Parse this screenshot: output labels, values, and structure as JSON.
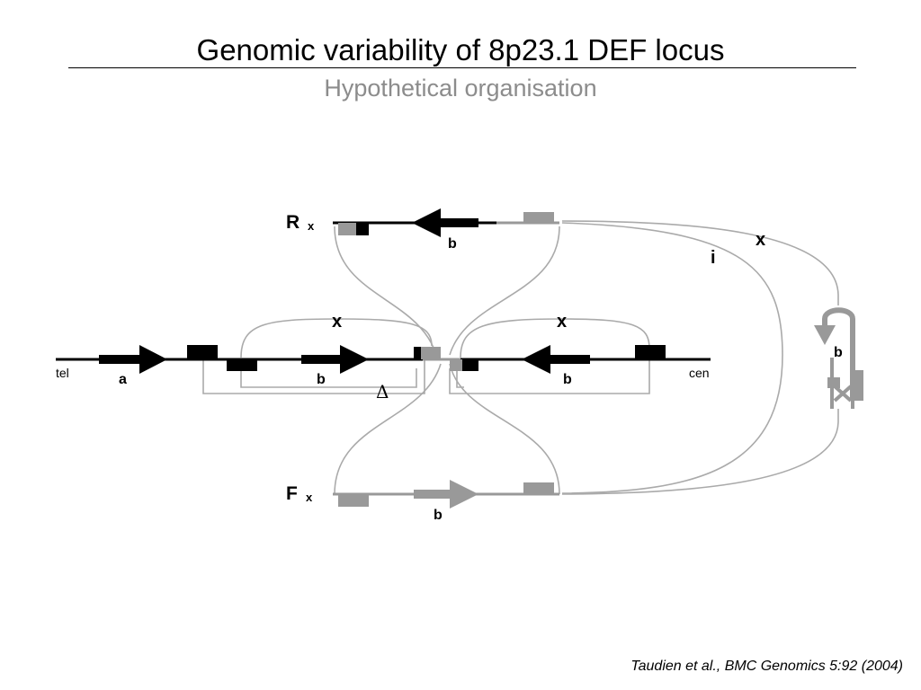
{
  "title": "Genomic variability of 8p23.1 DEF locus",
  "subtitle": "Hypothetical organisation",
  "citation": "Taudien et al., BMC Genomics 5:92 (2004)",
  "diagram": {
    "labels": {
      "rx_R": "R",
      "rx_x": "x",
      "fx_F": "F",
      "fx_x": "x",
      "tel": "tel",
      "cen": "cen",
      "a": "a",
      "b_mid": "b",
      "b_right": "b",
      "b_top": "b",
      "b_bottom": "b",
      "b_loop": "b",
      "x_left": "x",
      "x_right": "x",
      "x_outer": "x",
      "i_outer": "i",
      "delta": "Δ"
    },
    "colors": {
      "black": "#000000",
      "gray": "#999999",
      "light_gray": "#aaaaaa"
    }
  }
}
